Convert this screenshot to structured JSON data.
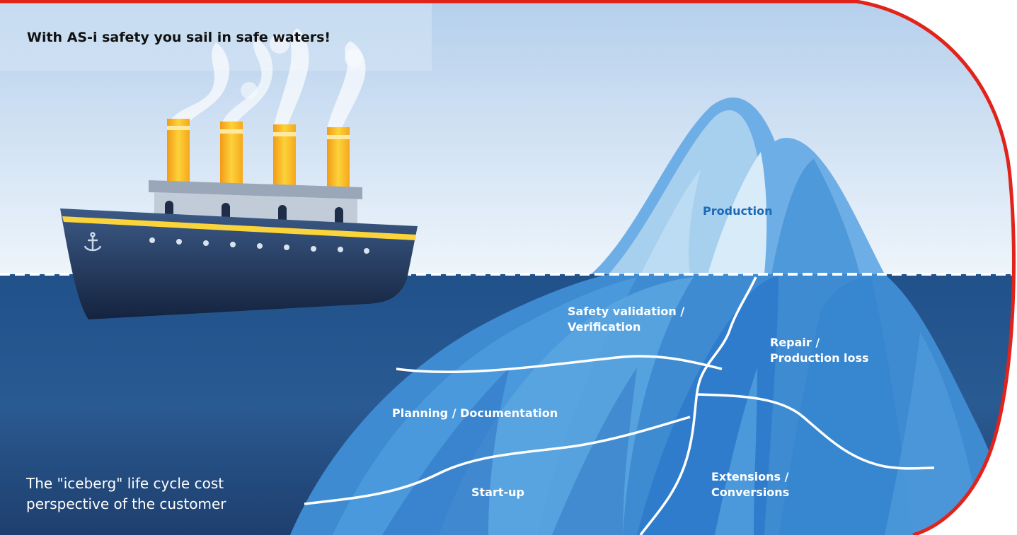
{
  "headline": "With AS-i safety you sail in safe waters!",
  "caption": {
    "line1": "The \"iceberg\" life cycle cost",
    "line2": "perspective of the customer"
  },
  "labels": {
    "production": "Production",
    "safety_validation_line1": "Safety validation /",
    "safety_validation_line2": "Verification",
    "repair_line1": "Repair /",
    "repair_line2": "Production loss",
    "planning": "Planning / Documentation",
    "start_up": "Start-up",
    "extensions_line1": "Extensions /",
    "extensions_line2": "Conversions"
  },
  "colors": {
    "frame_red": "#e2231a",
    "sky_top": "#bcd4ee",
    "sea_top": "#204f86",
    "sea_bottom": "#1d3d6c",
    "iceberg_light": "#4fa0de",
    "iceberg_dark": "#2a74c4",
    "funnel_yellow": "#f7b81e"
  },
  "icons": [
    "anchor-icon",
    "smoke-icon",
    "ship-icon",
    "iceberg-icon"
  ]
}
